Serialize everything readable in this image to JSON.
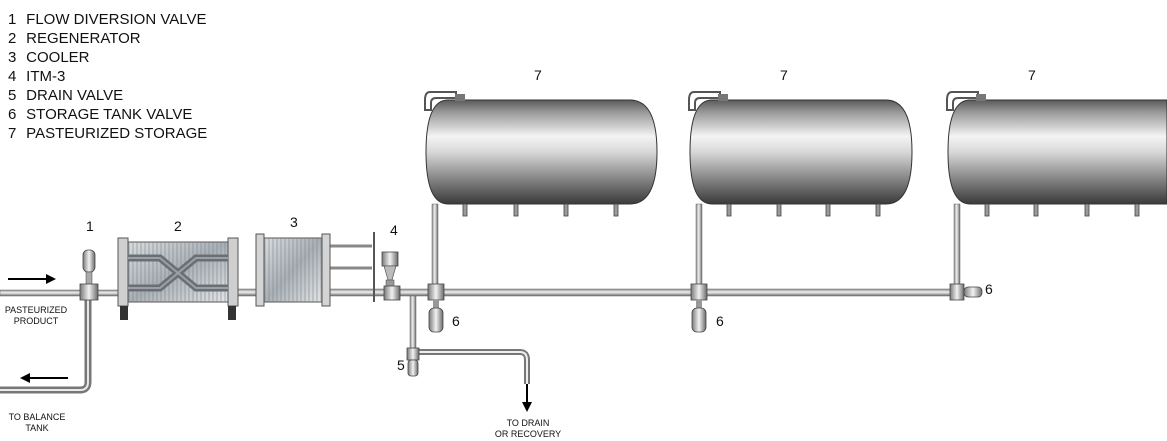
{
  "legend": [
    {
      "num": "1",
      "text": "FLOW DIVERSION VALVE"
    },
    {
      "num": "2",
      "text": "REGENERATOR"
    },
    {
      "num": "3",
      "text": "COOLER"
    },
    {
      "num": "4",
      "text": "ITM-3"
    },
    {
      "num": "5",
      "text": "DRAIN VALVE"
    },
    {
      "num": "6",
      "text": "STORAGE TANK VALVE"
    },
    {
      "num": "7",
      "text": "PASTEURIZED STORAGE"
    }
  ],
  "callouts": {
    "valve": "1",
    "regen": "2",
    "cooler": "3",
    "itm": "4",
    "drain": "5",
    "tank_valve_1": "6",
    "tank_valve_2": "6",
    "tank_valve_3": "6",
    "tank_1": "7",
    "tank_2": "7",
    "tank_3": "7"
  },
  "flow_labels": {
    "in_line1": "PASTEURIZED",
    "in_line2": "PRODUCT",
    "out_line1": "TO BALANCE",
    "out_line2": "TANK",
    "drain_line1": "TO DRAIN",
    "drain_line2": "OR RECOVERY"
  },
  "colors": {
    "metal_dark": "#5a5a5a",
    "metal_light": "#f4f4f4",
    "pipe": "#9a9a9a",
    "text": "#111111"
  }
}
